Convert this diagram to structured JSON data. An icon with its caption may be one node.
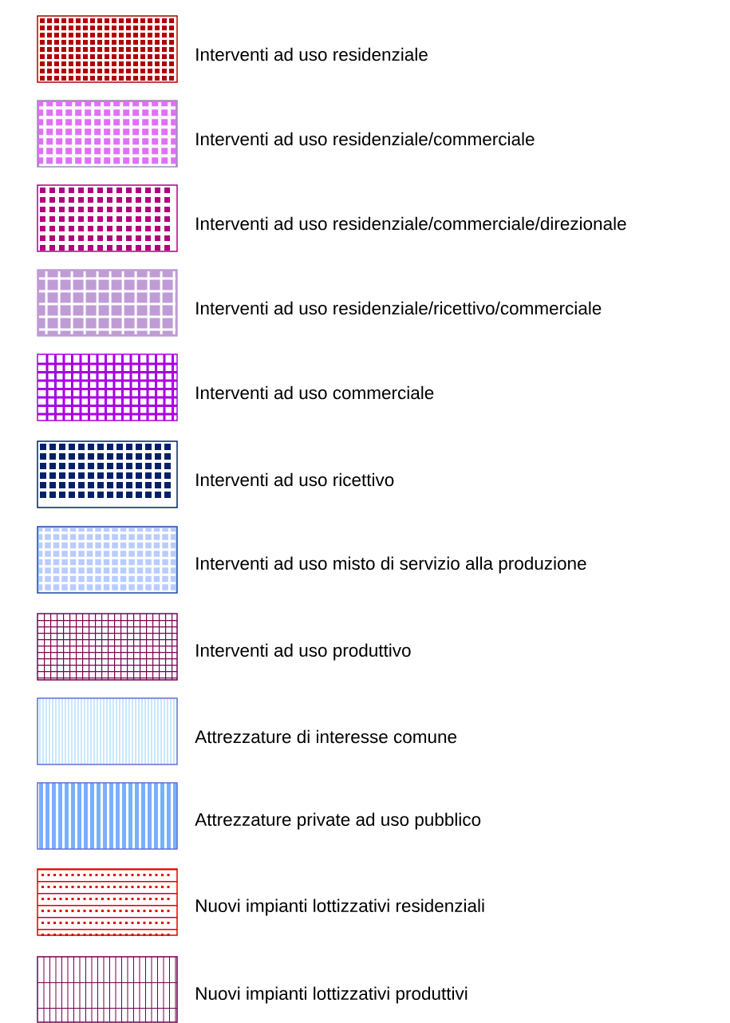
{
  "diagram": {
    "legend": [
      {
        "text": "Interventi ad uso residenziale",
        "color": "#b00000"
      },
      {
        "text": "Interventi ad uso residenziale/commerciale",
        "color": "#e070f8"
      },
      {
        "text": "Interventi ad uso residenziale/commerciale/direzionale",
        "color": "#b0007c"
      },
      {
        "text": "Interventi ad uso residenziale/ricettivo/commerciale",
        "color": "#c09cd6"
      },
      {
        "text": "Interventi ad uso commerciale",
        "color": "#a800e0"
      },
      {
        "text": "Interventi ad uso ricettivo",
        "color": "#00206a"
      },
      {
        "text": "Interventi ad uso misto di servizio alla produzione",
        "color": "#b8ccff"
      },
      {
        "text": "Interventi ad uso produttivo",
        "color": "#7a0050"
      },
      {
        "text": "Attrezzature di interesse comune",
        "color": "#c8e8ff"
      },
      {
        "text": "Attrezzature private ad uso pubblico",
        "color": "#78b0ff"
      },
      {
        "text": "Nuovi impianti lottizzativi residenziali",
        "color": "#e00000"
      },
      {
        "text": "Nuovi impianti lottizzativi produttivi",
        "color": "#700050"
      }
    ]
  }
}
